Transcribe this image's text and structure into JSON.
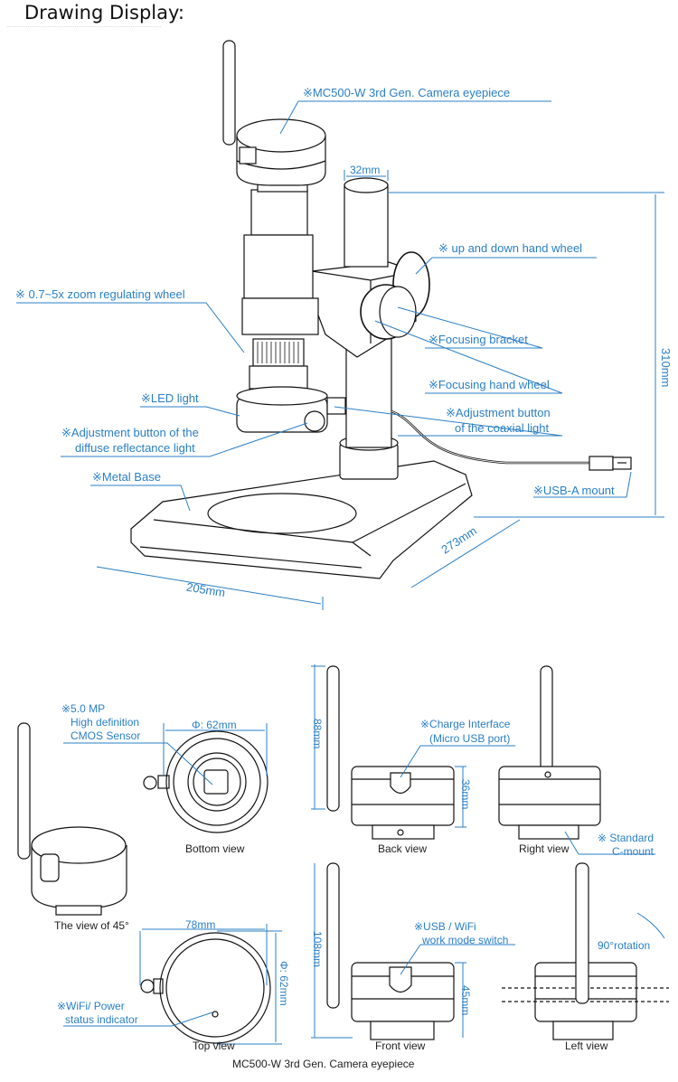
{
  "header": {
    "title": "Drawing Display:"
  },
  "colors": {
    "accent": "#2a7fc6",
    "line": "#111111"
  },
  "main_drawing": {
    "callouts": {
      "camera_eyepiece": "※MC500-W 3rd Gen. Camera eyepiece",
      "up_down_wheel": "※ up and down hand wheel",
      "zoom_wheel": "※ 0.7~5x  zoom regulating wheel",
      "focusing_bracket": "※Focusing bracket",
      "focusing_wheel": "※Focusing hand wheel",
      "led_light": "※LED light",
      "coaxial_button_1": "※Adjustment button",
      "coaxial_button_2": "of the coaxial light",
      "diffuse_button_1": "※Adjustment button of the",
      "diffuse_button_2": "diffuse reflectance light",
      "metal_base": "※Metal Base",
      "usb_a": "※USB-A mount"
    },
    "dimensions": {
      "eyepiece_dia": "32mm",
      "height": "310mm",
      "depth": "273mm",
      "width": "205mm"
    }
  },
  "camera_views": {
    "callouts": {
      "sensor_1": "※5.0 MP",
      "sensor_2": "High definition",
      "sensor_3": "CMOS Sensor",
      "charge_1": "※Charge Interface",
      "charge_2": "(Micro USB port)",
      "cmount_1": "※ Standard",
      "cmount_2": "C-mount",
      "switch_1": "※USB / WiFi",
      "switch_2": "work mode switch",
      "indicator_1": "※WiFi/ Power",
      "indicator_2": "status indicator",
      "rotation": "90°rotation"
    },
    "dimensions": {
      "bottom_dia": "Φ: 62mm",
      "back_total": "88mm",
      "back_body": "36mm",
      "top_width": "78mm",
      "top_dia": "Φ: 62mm",
      "front_total": "108mm",
      "front_body": "45mm"
    },
    "captions": {
      "bottom": "Bottom view",
      "back": "Back view",
      "right": "Right view",
      "iso": "The view of 45°",
      "top": "Top view",
      "front": "Front view",
      "left": "Left view",
      "product": "MC500-W 3rd Gen. Camera eyepiece"
    }
  }
}
